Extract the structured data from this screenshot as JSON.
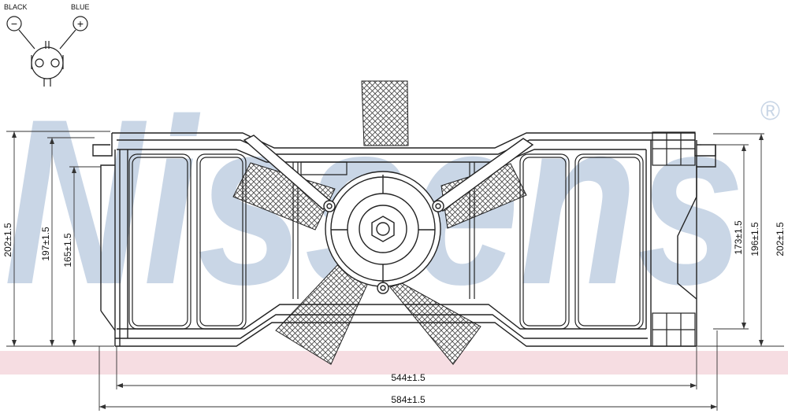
{
  "watermark": {
    "brand": "Nissens",
    "registered_mark": "®"
  },
  "connector": {
    "left_label": "BLACK",
    "right_label": "BLUE",
    "minus_symbol": "−",
    "plus_symbol": "+"
  },
  "dimensions": {
    "left_outer_height": "202±1.5",
    "left_height_197": "197±1.5",
    "left_height_165": "165±1.5",
    "right_height_173": "173±1.5",
    "right_height_196": "196±1.5",
    "right_outer_height": "202±1.5",
    "width_inner": "544±1.5",
    "width_outer": "584±1.5"
  },
  "colors": {
    "watermark_blue": "#c9d6e6",
    "base_band_pink": "#f6dde2",
    "line": "#222222",
    "hatch": "#444444"
  }
}
